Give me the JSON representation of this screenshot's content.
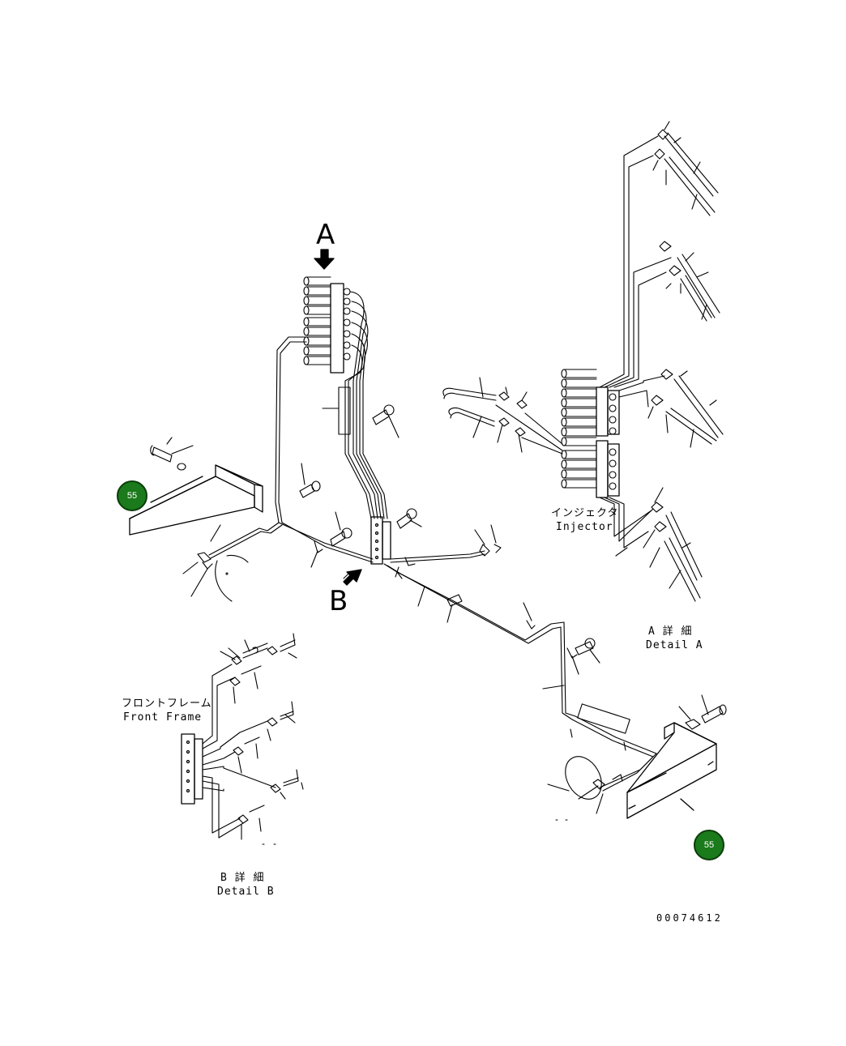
{
  "view_labels": {
    "a": "A",
    "b": "B"
  },
  "injector": {
    "jp": "インジェクタ",
    "en": "Injector"
  },
  "detail_a": {
    "jp": "A 詳 細",
    "en": "Detail A"
  },
  "detail_b": {
    "jp": "B 詳 細",
    "en": "Detail B"
  },
  "front_frame": {
    "jp": "フロントフレーム",
    "en": "Front Frame"
  },
  "badges": {
    "left": "55",
    "right": "55"
  },
  "drawing_number": "00074612",
  "colors": {
    "line": "#000000",
    "badge_fill": "#1b7a1b",
    "badge_border": "#0b3d0b"
  }
}
